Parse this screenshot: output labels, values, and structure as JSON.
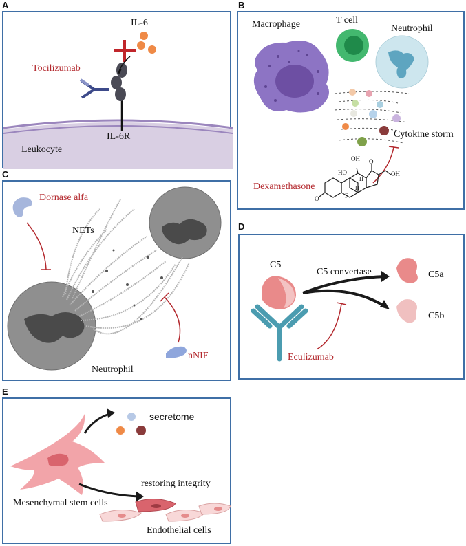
{
  "panels": {
    "a": {
      "letter": "A",
      "il6": "IL-6",
      "drug": "Tocilizumab",
      "receptor": "IL-6R",
      "cell": "Leukocyte"
    },
    "b": {
      "letter": "B",
      "macrophage": "Macrophage",
      "tcell": "T cell",
      "neutrophil": "Neutrophil",
      "storm": "Cytokine storm",
      "drug": "Dexamethasone",
      "chem_oh": "OH",
      "chem_ho": "HO",
      "chem_o": "O",
      "chem_h": "H",
      "chem_f": "F"
    },
    "c": {
      "letter": "C",
      "drug1": "Dornase alfa",
      "nets": "NETs",
      "drug2": "nNIF",
      "cell": "Neutrophil"
    },
    "d": {
      "letter": "D",
      "c5": "C5",
      "convertase": "C5 convertase",
      "c5a": "C5a",
      "c5b": "C5b",
      "drug": "Eculizumab"
    },
    "e": {
      "letter": "E",
      "secretome": "secretome",
      "restoring": "restoring integrity",
      "msc": "Mesenchymal stem cells",
      "endo": "Endothelial cells"
    }
  },
  "colors": {
    "border": "#3f6fa6",
    "drug_red": "#b3282d",
    "macrophage": "#8d74c4",
    "tcell": "#3fb06a",
    "neutrophil_b": "#bfe0ea",
    "neutrophil_c": "#8f8f8f",
    "antibody": "#4b9cb0",
    "c5": "#e98a8a",
    "msc": "#f2a4a9",
    "leukocyte": "#d9cfe3"
  }
}
